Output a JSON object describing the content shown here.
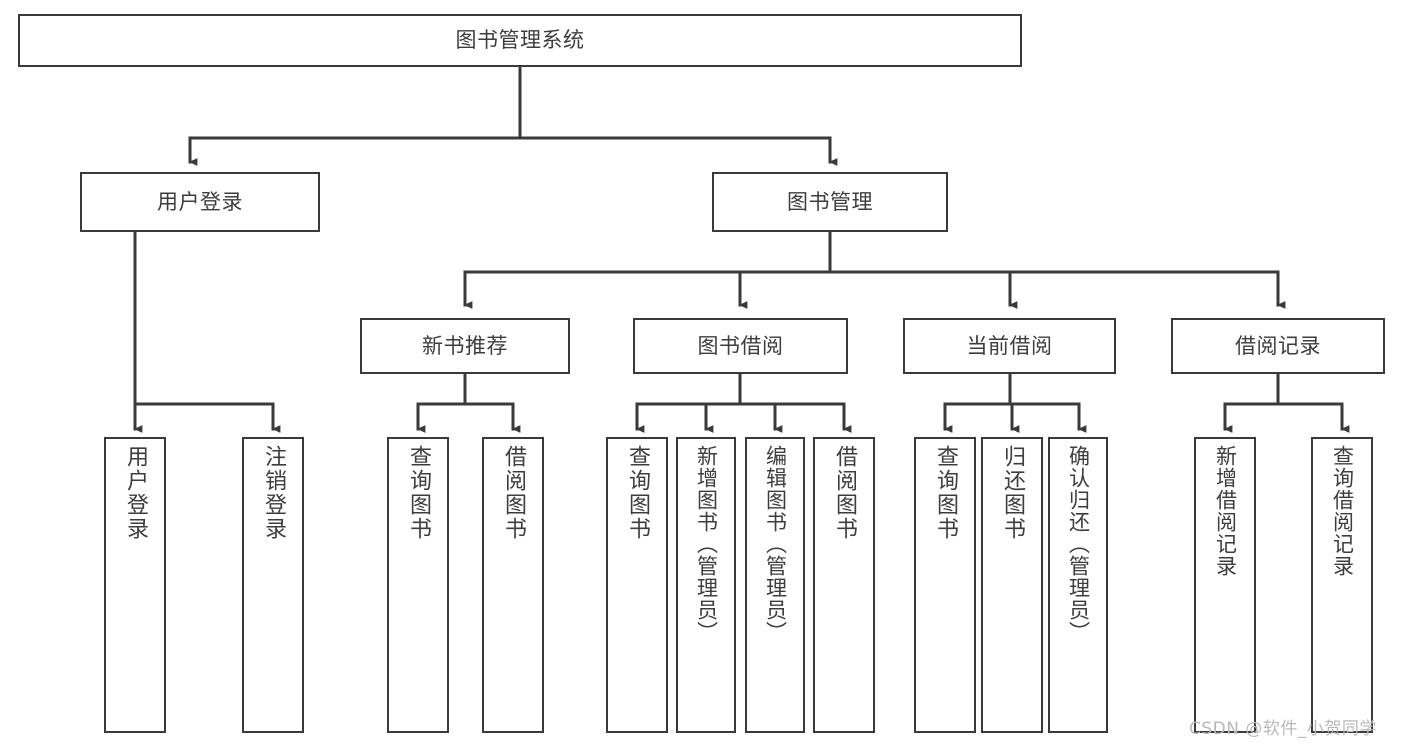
{
  "diagram": {
    "title": "图书管理系统",
    "type": "tree-hierarchy",
    "stroke_color": "#3a3a3a",
    "text_color": "#3d3d3d",
    "background_color": "#ffffff",
    "nodes": {
      "root": {
        "label": "图书管理系统"
      },
      "level2": [
        {
          "label": "用户登录"
        },
        {
          "label": "图书管理"
        }
      ],
      "level3": [
        {
          "label": "新书推荐"
        },
        {
          "label": "图书借阅"
        },
        {
          "label": "当前借阅"
        },
        {
          "label": "借阅记录"
        }
      ],
      "leaves": {
        "user_login": [
          {
            "label": "用户登录"
          },
          {
            "label": "注销登录"
          }
        ],
        "new_book_recommend": [
          {
            "label": "查询图书"
          },
          {
            "label": "借阅图书"
          }
        ],
        "book_borrow": [
          {
            "label": "查询图书"
          },
          {
            "label": "新增图书（管理员）"
          },
          {
            "label": "编辑图书（管理员）"
          },
          {
            "label": "借阅图书"
          }
        ],
        "current_borrow": [
          {
            "label": "查询图书"
          },
          {
            "label": "归还图书"
          },
          {
            "label": "确认归还（管理员）"
          }
        ],
        "borrow_record": [
          {
            "label": "新增借阅记录"
          },
          {
            "label": "查询借阅记录"
          }
        ]
      }
    }
  },
  "watermark": {
    "text": "CSDN @软件_小贺同学"
  }
}
